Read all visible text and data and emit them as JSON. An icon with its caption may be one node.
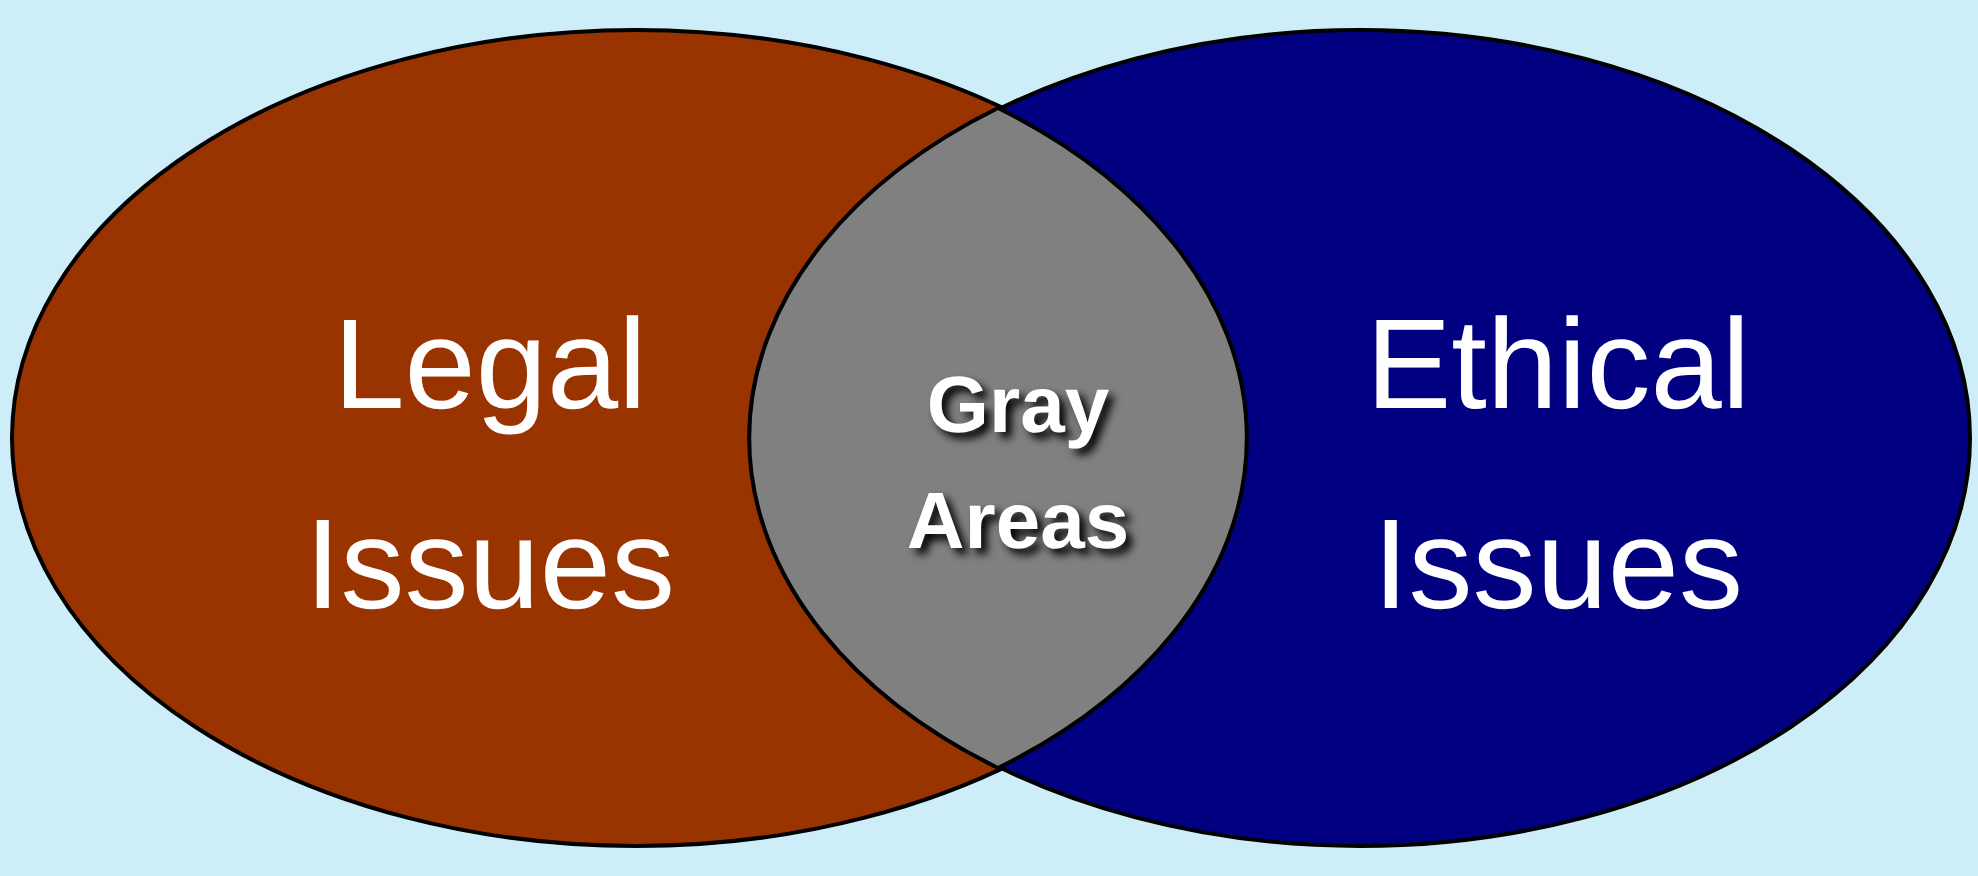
{
  "diagram": {
    "nodes": [
      {
        "text": [
          "Legal Issues"
        ]
      },
      {
        "text": [
          "Ethical Issues"
        ]
      },
      {
        "text": [
          "Gray Areas"
        ]
      }
    ]
  }
}
